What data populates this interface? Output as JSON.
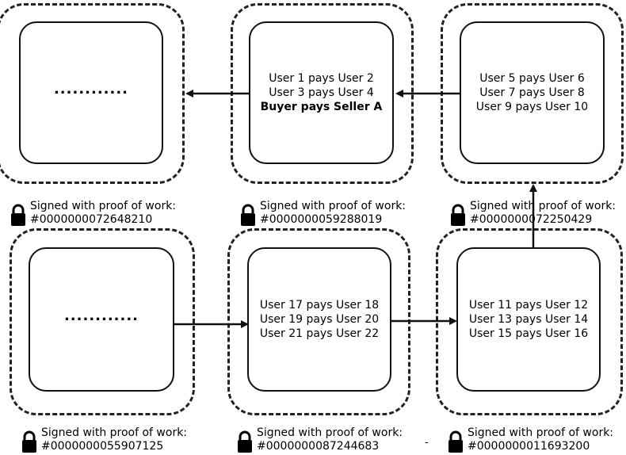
{
  "blocks": [
    {
      "lines": [
        "............"
      ],
      "bold": [
        false
      ],
      "hash": "#0000000072648210"
    },
    {
      "lines": [
        "User 1 pays User 2",
        "User 3 pays User 4",
        "Buyer pays Seller A"
      ],
      "bold": [
        false,
        false,
        true
      ],
      "hash": "#0000000059288019"
    },
    {
      "lines": [
        "User 5 pays User 6",
        "User 7 pays User 8",
        "User 9 pays User 10"
      ],
      "bold": [
        false,
        false,
        false
      ],
      "hash": "#0000000072250429"
    },
    {
      "lines": [
        "............"
      ],
      "bold": [
        false
      ],
      "hash": "#0000000055907125"
    },
    {
      "lines": [
        "User 17 pays User 18",
        "User 19 pays User 20",
        "User 21 pays User 22"
      ],
      "bold": [
        false,
        false,
        false
      ],
      "hash": "#0000000087244683"
    },
    {
      "lines": [
        "User 11 pays User 12",
        "User 13 pays User 14",
        "User 15 pays User 16"
      ],
      "bold": [
        false,
        false,
        false
      ],
      "hash": "#0000000011693200"
    }
  ],
  "signature_label": "Signed with proof of work:",
  "stray_mark": "-",
  "icons": {
    "signature": "padlock-icon",
    "link": "arrow-icon"
  },
  "colors": {
    "stroke": "#111111",
    "background": "#ffffff"
  }
}
